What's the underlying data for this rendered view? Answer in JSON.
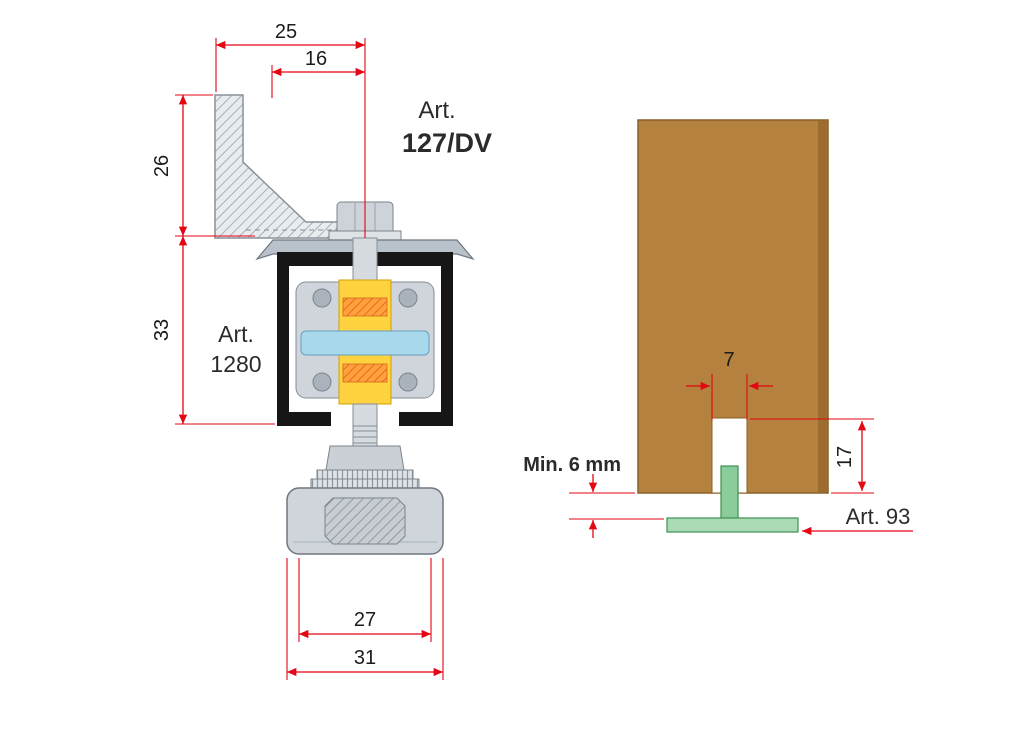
{
  "left_diagram": {
    "bracket_label": {
      "line1": "Art.",
      "line2": "127/DV"
    },
    "track_label": {
      "line1": "Art.",
      "line2": "1280"
    },
    "dimensions": {
      "bracket_width": "25",
      "bracket_inner_width": "16",
      "bracket_height": "26",
      "track_height": "33",
      "carriage_inner_width": "27",
      "carriage_outer_width": "31"
    }
  },
  "right_diagram": {
    "groove_width": "7",
    "groove_depth": "17",
    "floor_clearance": "Min. 6 mm",
    "guide_label": "Art. 93"
  },
  "colors": {
    "dimension_red": "#e30613",
    "wood_brown": "#b5813e",
    "wood_brown_dark": "#9c6d2f",
    "guide_green": "#8bcc9b",
    "plate_green": "#aadbb4",
    "slider_yellow": "#ffd23f",
    "axle_blue": "#a8d8ec",
    "steel_gray": "#cfd5db",
    "profile_black": "#161616"
  }
}
